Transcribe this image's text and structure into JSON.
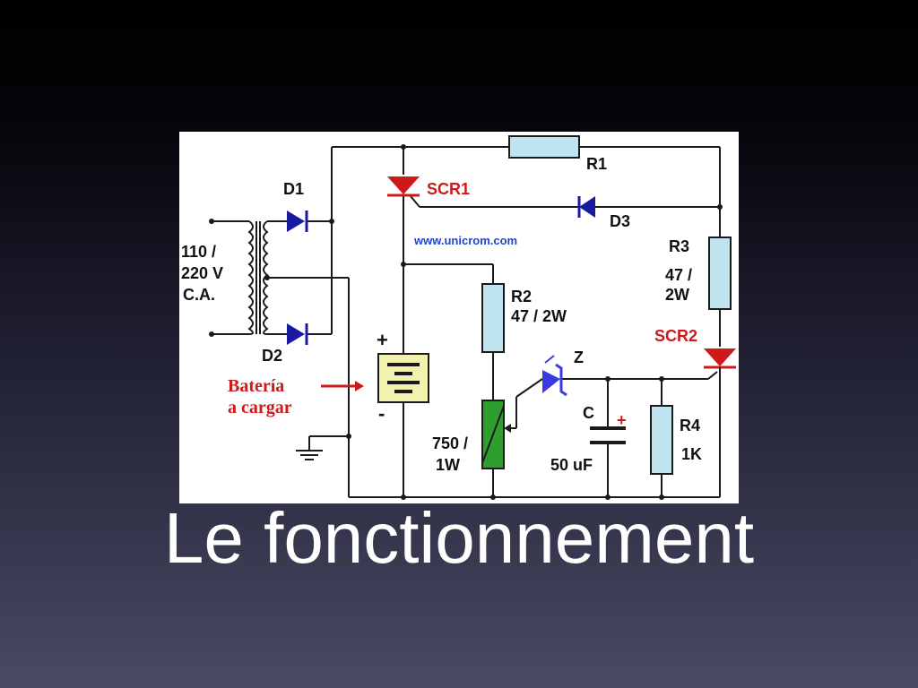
{
  "slide": {
    "title": "Le fonctionnement"
  },
  "diagram": {
    "colors": {
      "wire": "#1a1a1a",
      "diode": "#1a1aa0",
      "scr": "#cc1a1a",
      "resistor_fill": "#bfe3ef",
      "pot_fill": "#2e9e2e",
      "battery_fill": "#f2f2b0",
      "zener": "#3a3ae0",
      "watermark": "#2244cc"
    },
    "labels": {
      "d1": "D1",
      "d2": "D2",
      "d3": "D3",
      "scr1": "SCR1",
      "scr2": "SCR2",
      "r1": "R1",
      "r2_name": "R2",
      "r2_value": "47 / 2W",
      "r3_name": "R3",
      "r3_value_1": "47 /",
      "r3_value_2": "2W",
      "r4_name": "R4",
      "r4_value": "1K",
      "pot_value_1": "750 /",
      "pot_value_2": "1W",
      "cap_name": "C",
      "cap_value": "50 uF",
      "cap_plus": "+",
      "zener": "Z",
      "ac_1": "110 /",
      "ac_2": "220 V",
      "ac_3": "C.A.",
      "battery_plus": "+",
      "battery_minus": "-",
      "battery_1": "Batería",
      "battery_2": "a cargar",
      "watermark": "www.unicrom.com"
    }
  }
}
